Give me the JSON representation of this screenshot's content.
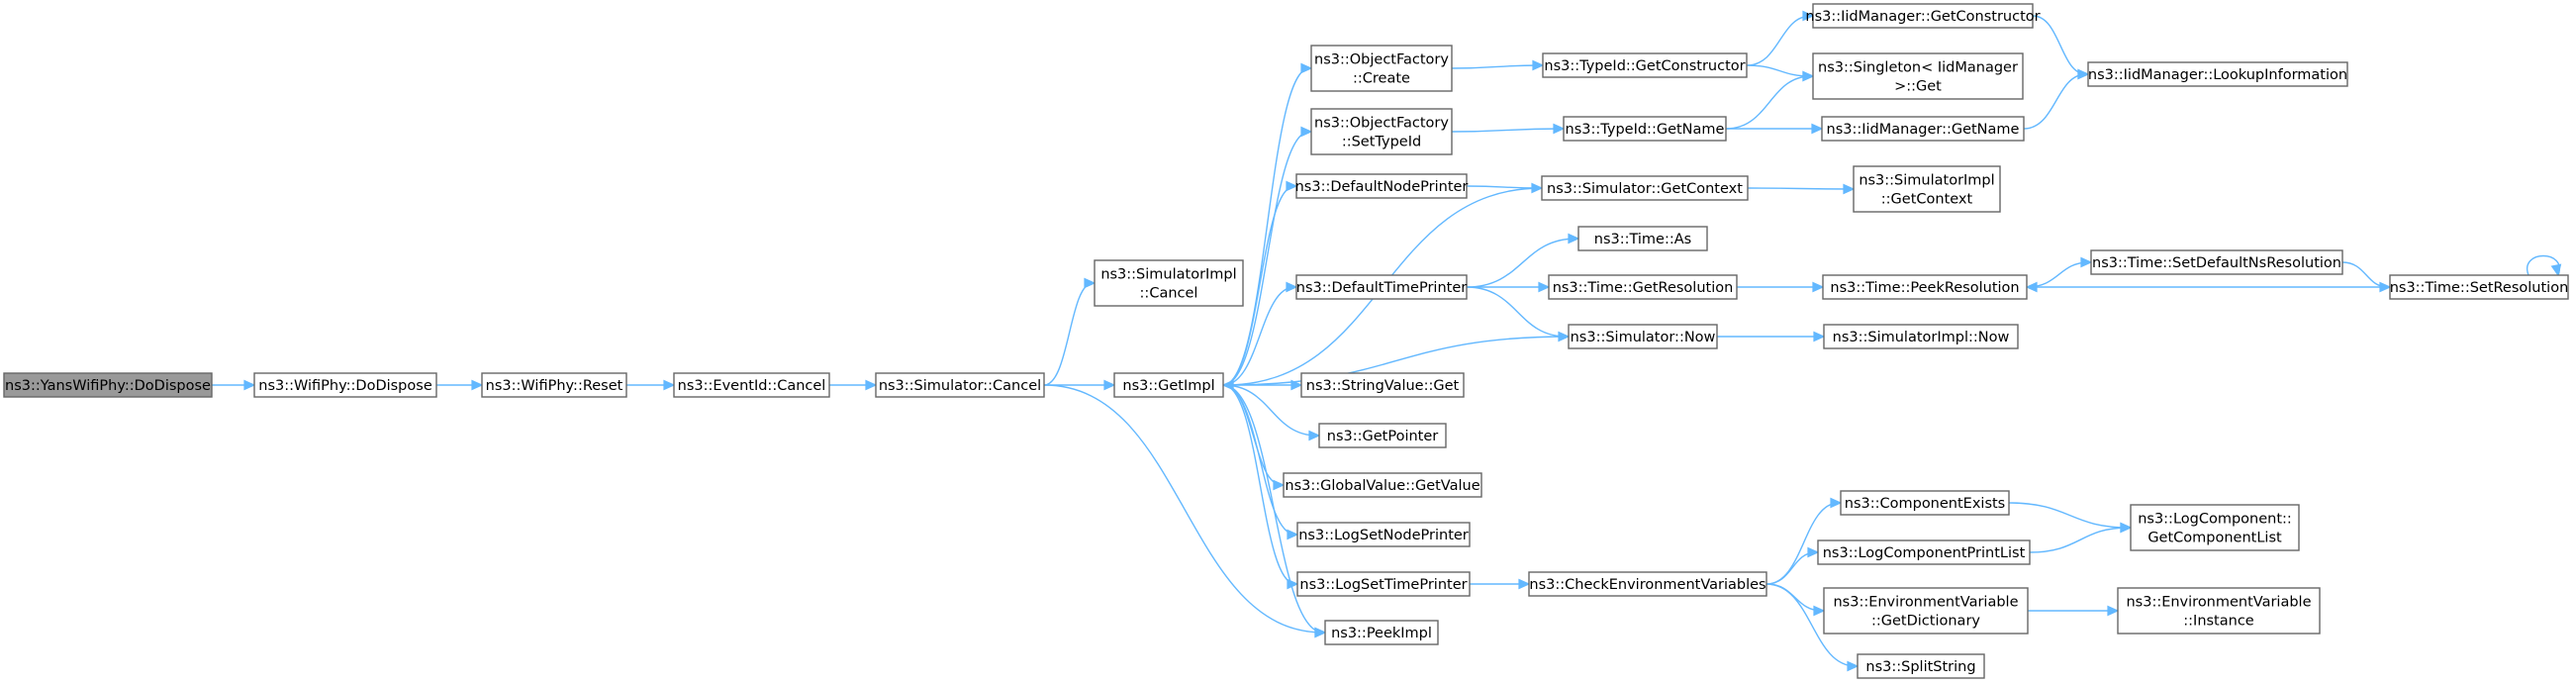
{
  "graph": {
    "nodes": [
      {
        "id": "yans_dodispose",
        "lines": [
          "ns3::YansWifiPhy::DoDispose"
        ],
        "root": true
      },
      {
        "id": "wifiphy_dodispose",
        "lines": [
          "ns3::WifiPhy::DoDispose"
        ]
      },
      {
        "id": "wifiphy_reset",
        "lines": [
          "ns3::WifiPhy::Reset"
        ]
      },
      {
        "id": "eventid_cancel",
        "lines": [
          "ns3::EventId::Cancel"
        ]
      },
      {
        "id": "simulator_cancel",
        "lines": [
          "ns3::Simulator::Cancel"
        ]
      },
      {
        "id": "simimpl_cancel",
        "lines": [
          "ns3::SimulatorImpl",
          "::Cancel"
        ]
      },
      {
        "id": "getimpl",
        "lines": [
          "ns3::GetImpl"
        ]
      },
      {
        "id": "objfactory_create",
        "lines": [
          "ns3::ObjectFactory",
          "::Create"
        ]
      },
      {
        "id": "objfactory_settypeid",
        "lines": [
          "ns3::ObjectFactory",
          "::SetTypeId"
        ]
      },
      {
        "id": "defaultnodeprinter",
        "lines": [
          "ns3::DefaultNodePrinter"
        ]
      },
      {
        "id": "defaulttimeprinter",
        "lines": [
          "ns3::DefaultTimePrinter"
        ]
      },
      {
        "id": "stringvalue_get",
        "lines": [
          "ns3::StringValue::Get"
        ]
      },
      {
        "id": "getpointer",
        "lines": [
          "ns3::GetPointer"
        ]
      },
      {
        "id": "globalvalue_getvalue",
        "lines": [
          "ns3::GlobalValue::GetValue"
        ]
      },
      {
        "id": "logsetnodeprinter",
        "lines": [
          "ns3::LogSetNodePrinter"
        ]
      },
      {
        "id": "logsettimeprinter",
        "lines": [
          "ns3::LogSetTimePrinter"
        ]
      },
      {
        "id": "peekimpl",
        "lines": [
          "ns3::PeekImpl"
        ]
      },
      {
        "id": "typeid_getconstructor",
        "lines": [
          "ns3::TypeId::GetConstructor"
        ]
      },
      {
        "id": "typeid_getname",
        "lines": [
          "ns3::TypeId::GetName"
        ]
      },
      {
        "id": "simulator_getcontext",
        "lines": [
          "ns3::Simulator::GetContext"
        ]
      },
      {
        "id": "time_as",
        "lines": [
          "ns3::Time::As"
        ]
      },
      {
        "id": "time_getresolution",
        "lines": [
          "ns3::Time::GetResolution"
        ]
      },
      {
        "id": "simulator_now",
        "lines": [
          "ns3::Simulator::Now"
        ]
      },
      {
        "id": "checkenvvars",
        "lines": [
          "ns3::CheckEnvironmentVariables"
        ]
      },
      {
        "id": "iidmgr_getconstructor",
        "lines": [
          "ns3::IidManager::GetConstructor"
        ]
      },
      {
        "id": "singleton_get",
        "lines": [
          "ns3::Singleton< IidManager",
          " >::Get"
        ]
      },
      {
        "id": "iidmgr_getname",
        "lines": [
          "ns3::IidManager::GetName"
        ]
      },
      {
        "id": "simimpl_getcontext",
        "lines": [
          "ns3::SimulatorImpl",
          "::GetContext"
        ]
      },
      {
        "id": "time_peekresolution",
        "lines": [
          "ns3::Time::PeekResolution"
        ]
      },
      {
        "id": "simimpl_now",
        "lines": [
          "ns3::SimulatorImpl::Now"
        ]
      },
      {
        "id": "componentexists",
        "lines": [
          "ns3::ComponentExists"
        ]
      },
      {
        "id": "logcomponentprintlist",
        "lines": [
          "ns3::LogComponentPrintList"
        ]
      },
      {
        "id": "envvar_getdictionary",
        "lines": [
          "ns3::EnvironmentVariable",
          "::GetDictionary"
        ]
      },
      {
        "id": "splitstring",
        "lines": [
          "ns3::SplitString"
        ]
      },
      {
        "id": "iidmgr_lookupinfo",
        "lines": [
          "ns3::IidManager::LookupInformation"
        ]
      },
      {
        "id": "time_setdefaultnsres",
        "lines": [
          "ns3::Time::SetDefaultNsResolution"
        ]
      },
      {
        "id": "time_setresolution",
        "lines": [
          "ns3::Time::SetResolution"
        ]
      },
      {
        "id": "logcomponent_getcomplist",
        "lines": [
          "ns3::LogComponent::",
          "GetComponentList"
        ]
      },
      {
        "id": "envvar_instance",
        "lines": [
          "ns3::EnvironmentVariable",
          "::Instance"
        ]
      }
    ],
    "edges": [
      [
        "yans_dodispose",
        "wifiphy_dodispose"
      ],
      [
        "wifiphy_dodispose",
        "wifiphy_reset"
      ],
      [
        "wifiphy_reset",
        "eventid_cancel"
      ],
      [
        "eventid_cancel",
        "simulator_cancel"
      ],
      [
        "simulator_cancel",
        "simimpl_cancel"
      ],
      [
        "simulator_cancel",
        "getimpl"
      ],
      [
        "simulator_cancel",
        "peekimpl"
      ],
      [
        "getimpl",
        "objfactory_create"
      ],
      [
        "getimpl",
        "objfactory_settypeid"
      ],
      [
        "getimpl",
        "defaultnodeprinter"
      ],
      [
        "getimpl",
        "defaulttimeprinter"
      ],
      [
        "getimpl",
        "stringvalue_get"
      ],
      [
        "getimpl",
        "getpointer"
      ],
      [
        "getimpl",
        "globalvalue_getvalue"
      ],
      [
        "getimpl",
        "logsetnodeprinter"
      ],
      [
        "getimpl",
        "logsettimeprinter"
      ],
      [
        "getimpl",
        "peekimpl"
      ],
      [
        "objfactory_create",
        "typeid_getconstructor"
      ],
      [
        "objfactory_settypeid",
        "typeid_getname"
      ],
      [
        "defaultnodeprinter",
        "simulator_getcontext"
      ],
      [
        "defaulttimeprinter",
        "time_as"
      ],
      [
        "defaulttimeprinter",
        "time_getresolution"
      ],
      [
        "defaulttimeprinter",
        "simulator_now"
      ],
      [
        "simulator_getcontext",
        "getimpl"
      ],
      [
        "simulator_getcontext",
        "simimpl_getcontext"
      ],
      [
        "simulator_now",
        "getimpl"
      ],
      [
        "simulator_now",
        "simimpl_now"
      ],
      [
        "typeid_getconstructor",
        "iidmgr_getconstructor"
      ],
      [
        "typeid_getconstructor",
        "singleton_get"
      ],
      [
        "typeid_getname",
        "singleton_get"
      ],
      [
        "typeid_getname",
        "iidmgr_getname"
      ],
      [
        "iidmgr_getconstructor",
        "iidmgr_lookupinfo"
      ],
      [
        "iidmgr_getname",
        "iidmgr_lookupinfo"
      ],
      [
        "time_getresolution",
        "time_peekresolution"
      ],
      [
        "time_peekresolution",
        "time_setdefaultnsres"
      ],
      [
        "time_setdefaultnsres",
        "time_setresolution"
      ],
      [
        "time_setresolution",
        "time_peekresolution"
      ],
      [
        "time_setresolution",
        "time_setresolution"
      ],
      [
        "logsettimeprinter",
        "checkenvvars"
      ],
      [
        "checkenvvars",
        "componentexists"
      ],
      [
        "checkenvvars",
        "logcomponentprintlist"
      ],
      [
        "checkenvvars",
        "envvar_getdictionary"
      ],
      [
        "checkenvvars",
        "splitstring"
      ],
      [
        "componentexists",
        "logcomponent_getcomplist"
      ],
      [
        "logcomponentprintlist",
        "logcomponent_getcomplist"
      ],
      [
        "envvar_getdictionary",
        "envvar_instance"
      ]
    ]
  }
}
